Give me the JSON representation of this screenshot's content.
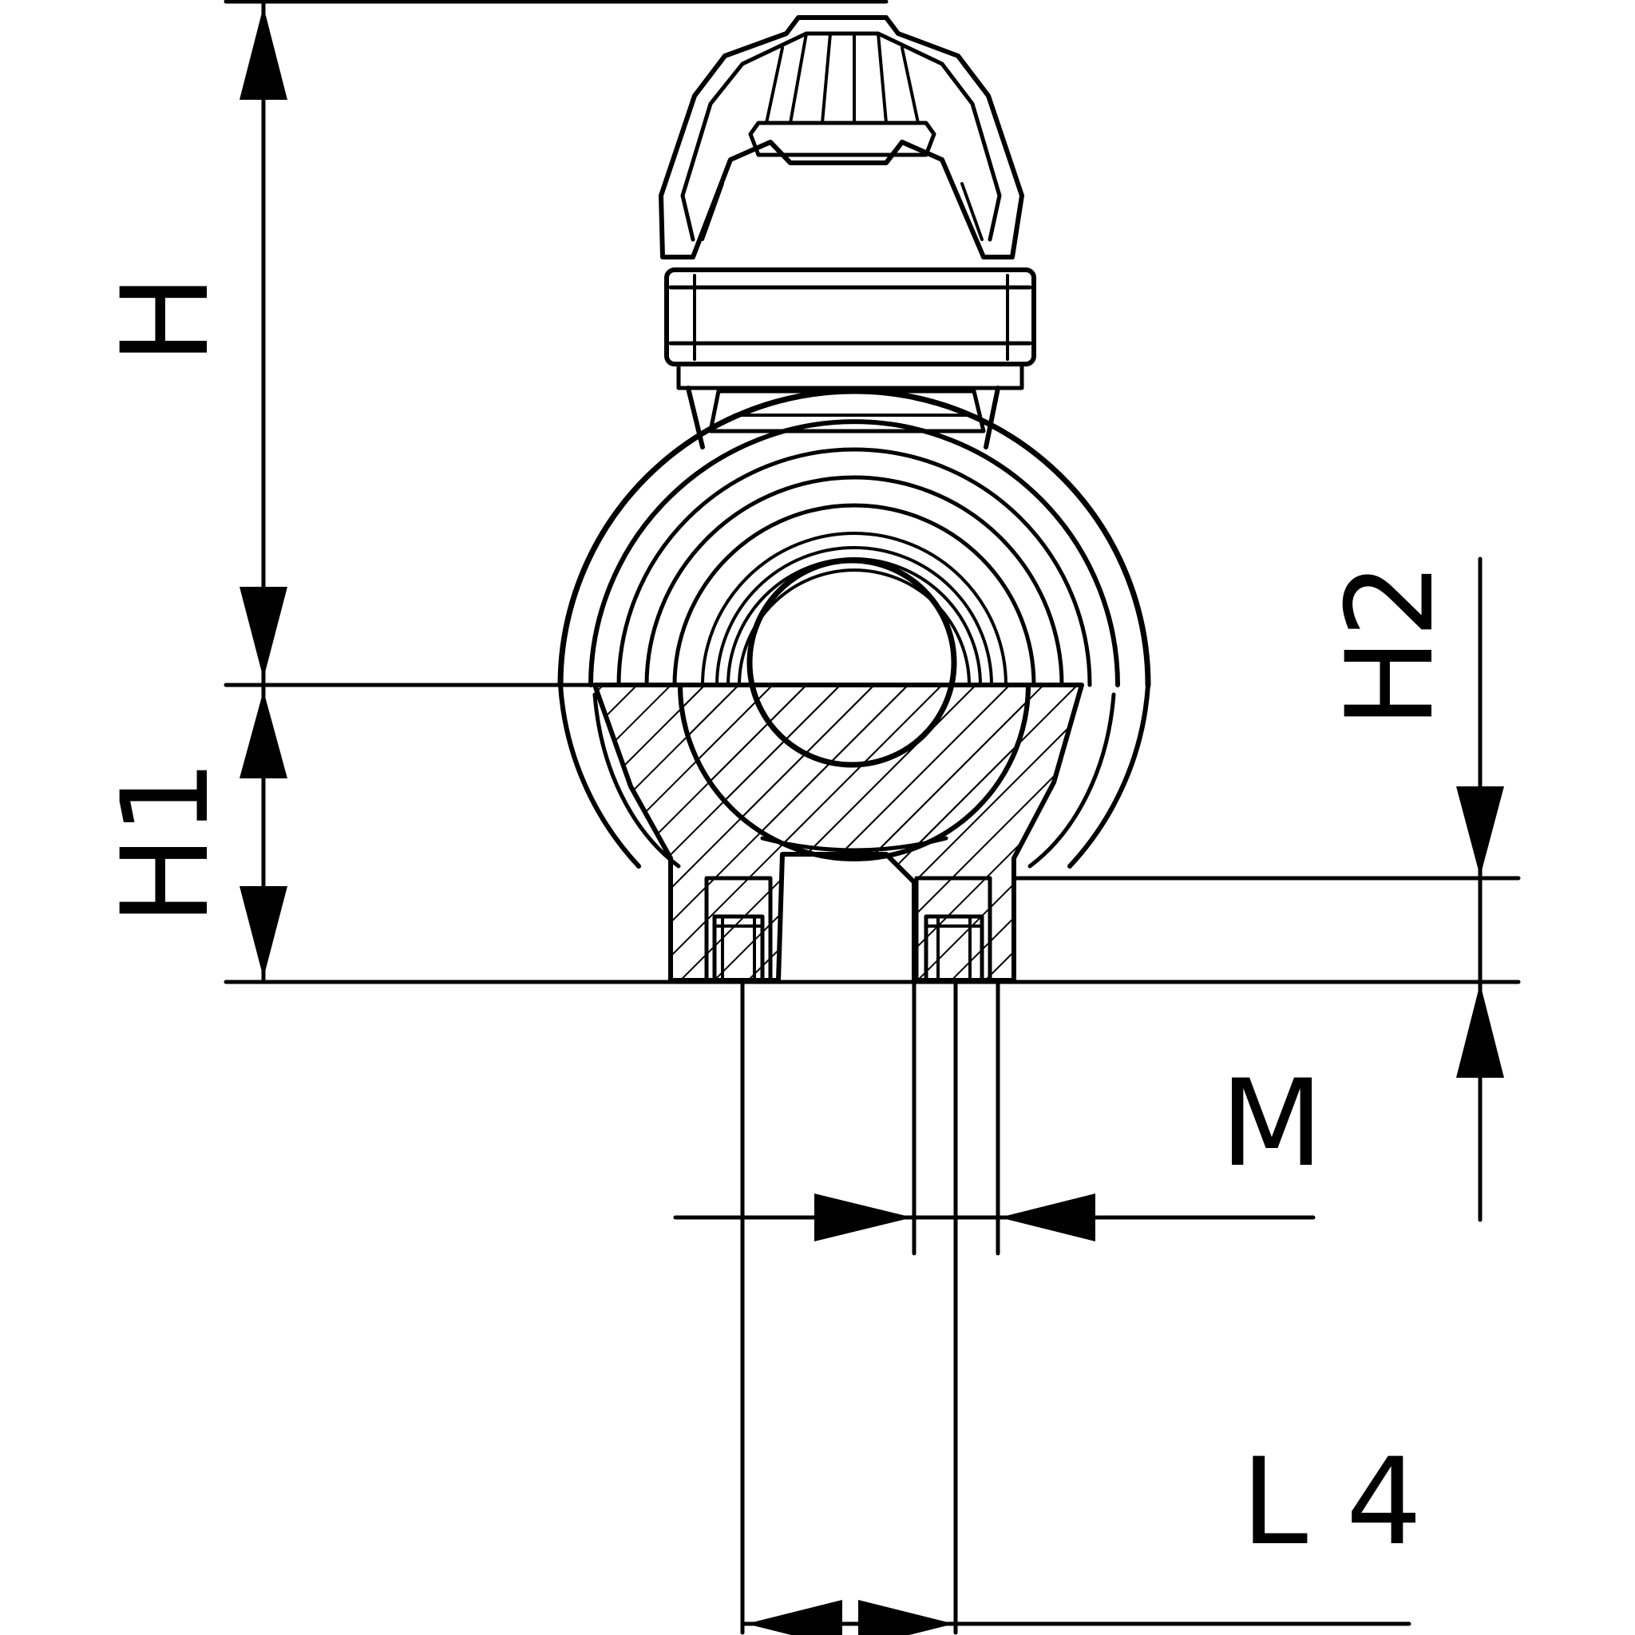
{
  "dimensions": {
    "h": "H",
    "h1": "H1",
    "h2": "H2",
    "m": "M",
    "l4": "L 4"
  },
  "colors": {
    "line": "#000000",
    "background": "#ffffff"
  }
}
